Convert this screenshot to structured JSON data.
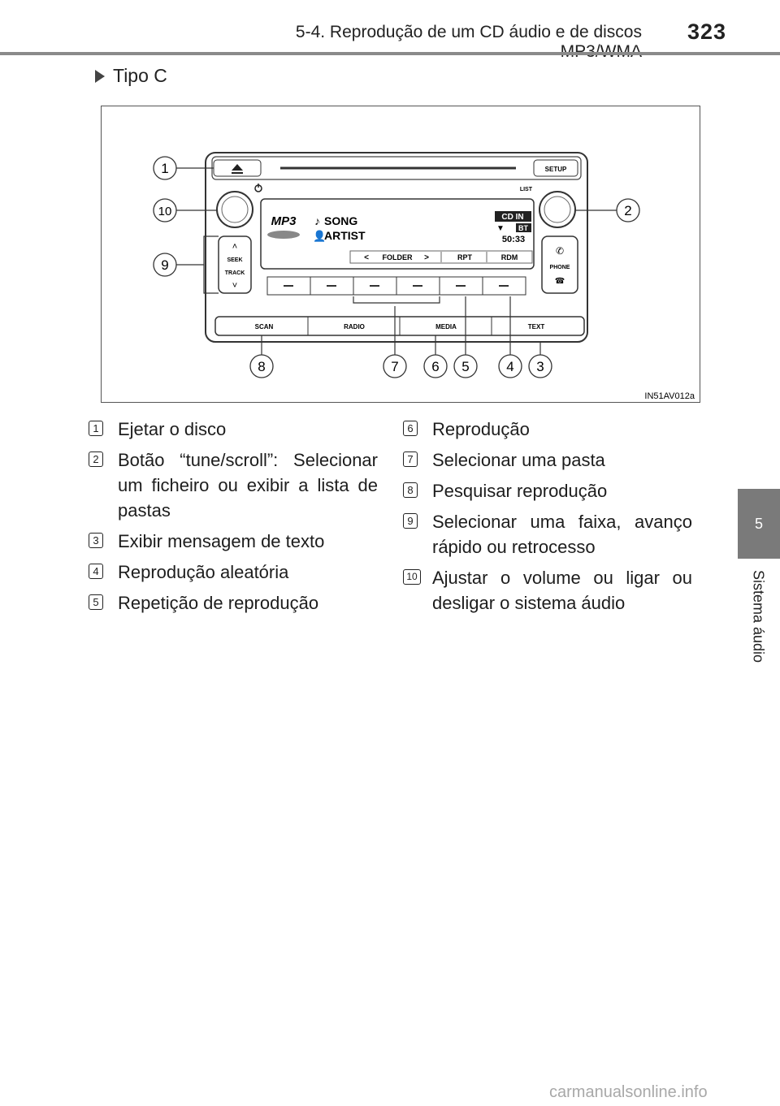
{
  "header": {
    "title": "5-4. Reprodução de um CD áudio e de discos MP3/WMA",
    "page_number": "323"
  },
  "side_tab": {
    "chapter_number": "5",
    "chapter_label": "Sistema áudio"
  },
  "section": {
    "heading": "Tipo C"
  },
  "figure": {
    "code": "IN51AV012a",
    "callouts": [
      "1",
      "2",
      "3",
      "4",
      "5",
      "6",
      "7",
      "8",
      "9",
      "10"
    ],
    "unit": {
      "buttons": {
        "setup": "SETUP",
        "list": "LIST",
        "seek": "SEEK",
        "track": "TRACK",
        "phone": "PHONE"
      },
      "display": {
        "format": "MP3",
        "song": "SONG",
        "artist": "ARTIST",
        "source": "CD IN",
        "bt": "BT",
        "time": "50:33"
      },
      "soft_keys": {
        "folder_prev": "<",
        "folder": "FOLDER",
        "folder_next": ">",
        "rpt": "RPT",
        "rdm": "RDM"
      },
      "bottom_buttons": [
        "SCAN",
        "RADIO",
        "MEDIA",
        "TEXT"
      ]
    }
  },
  "legend_left": [
    {
      "num": "1",
      "text": "Ejetar o disco"
    },
    {
      "num": "2",
      "text": "Botão “tune/scroll”: Selecionar um ficheiro ou exibir a lista de pastas"
    },
    {
      "num": "3",
      "text": "Exibir mensagem de texto"
    },
    {
      "num": "4",
      "text": "Reprodução aleatória"
    },
    {
      "num": "5",
      "text": "Repetição de reprodução"
    }
  ],
  "legend_right": [
    {
      "num": "6",
      "text": "Reprodução"
    },
    {
      "num": "7",
      "text": "Selecionar uma pasta"
    },
    {
      "num": "8",
      "text": "Pesquisar reprodução"
    },
    {
      "num": "9",
      "text": "Selecionar uma faixa, avanço rápido ou retrocesso"
    },
    {
      "num": "10",
      "text": "Ajustar o volume ou ligar ou desligar o sistema áudio"
    }
  ],
  "watermark": "carmanualsonline.info"
}
